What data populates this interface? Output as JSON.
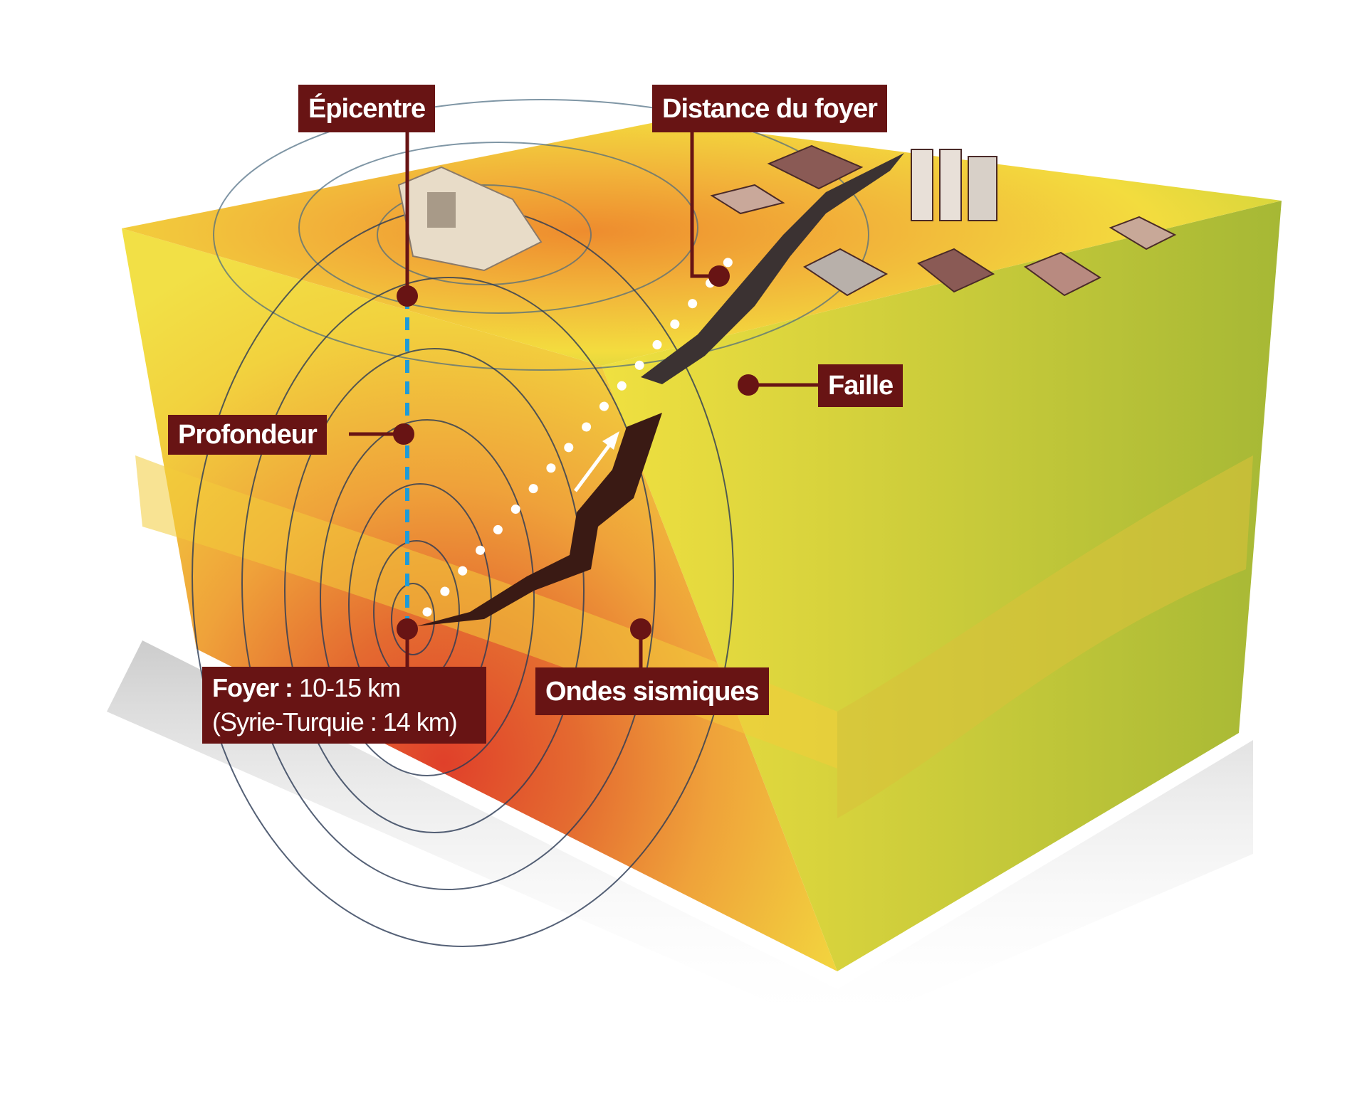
{
  "labels": {
    "epicentre": "Épicentre",
    "distance": "Distance du foyer",
    "faille": "Faille",
    "profondeur": "Profondeur",
    "foyer_title": "Foyer :",
    "foyer_value": "10-15 km",
    "foyer_note": "(Syrie-Turquie : 14 km)",
    "ondes": "Ondes sismiques"
  },
  "colors": {
    "label_bg": "#681414",
    "depth_line": "#1e9bd7",
    "hot": "#e0452a",
    "warm": "#ee9a35",
    "cool": "#f2dd3c",
    "green": "#b8c83a"
  }
}
